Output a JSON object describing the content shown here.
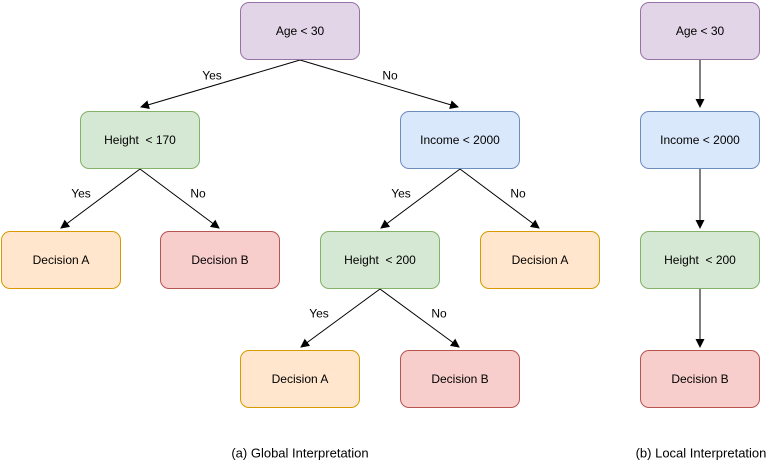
{
  "captions": {
    "global": "(a) Global Interpretation",
    "local": "(b) Local Interpretation"
  },
  "edge_labels": {
    "yes": "Yes",
    "no": "No"
  },
  "colors": {
    "purple": {
      "fill": "#E1D5E7",
      "stroke": "#9673A6"
    },
    "green": {
      "fill": "#D5E8D4",
      "stroke": "#82B366"
    },
    "blue": {
      "fill": "#DAE8FC",
      "stroke": "#6C8EBF"
    },
    "orange": {
      "fill": "#FFE6CC",
      "stroke": "#D79B00"
    },
    "red": {
      "fill": "#F8CECC",
      "stroke": "#B85450"
    }
  },
  "global_tree": {
    "root": "Age < 30",
    "height170": "Height  < 170",
    "income": "Income < 2000",
    "decisionA_left": "Decision A",
    "decisionB_left": "Decision B",
    "height200": "Height  < 200",
    "decisionA_right": "Decision A",
    "decisionA_bottom": "Decision A",
    "decisionB_bottom": "Decision B"
  },
  "local_path": {
    "age": "Age < 30",
    "income": "Income < 2000",
    "height200": "Height  < 200",
    "decisionB": "Decision B"
  }
}
